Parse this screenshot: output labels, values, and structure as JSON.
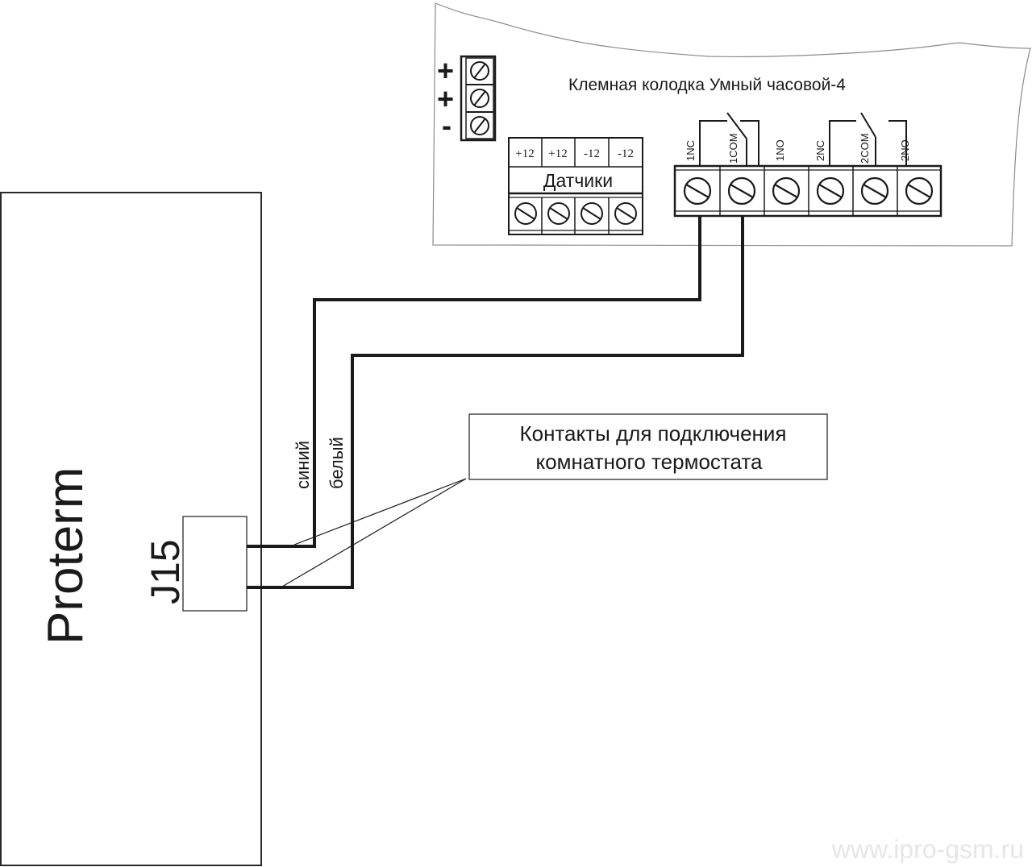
{
  "module": {
    "title": "Клемная колодка Умный часовой-4",
    "power_terminals": [
      "+",
      "+",
      "-"
    ],
    "sensors": {
      "label": "Датчики",
      "terminals": [
        "+12",
        "+12",
        "-12",
        "-12"
      ]
    },
    "relay_terminals": [
      "1NC",
      "1COM",
      "1NO",
      "2NC",
      "2COM",
      "2NO"
    ]
  },
  "boiler": {
    "name": "Proterm",
    "connector": "J15"
  },
  "wires": [
    {
      "label": "синий",
      "from": "1NC",
      "to": "J15"
    },
    {
      "label": "белый",
      "from": "1COM",
      "to": "J15"
    }
  ],
  "callout": {
    "line1": "Контакты для подключения",
    "line2": "комнатного термостата"
  },
  "watermark": "www.ipro-gsm.ru",
  "colors": {
    "line": "#1a1a1a",
    "panel_border": "#8a8a8a",
    "watermark": "#e6e6e6"
  }
}
